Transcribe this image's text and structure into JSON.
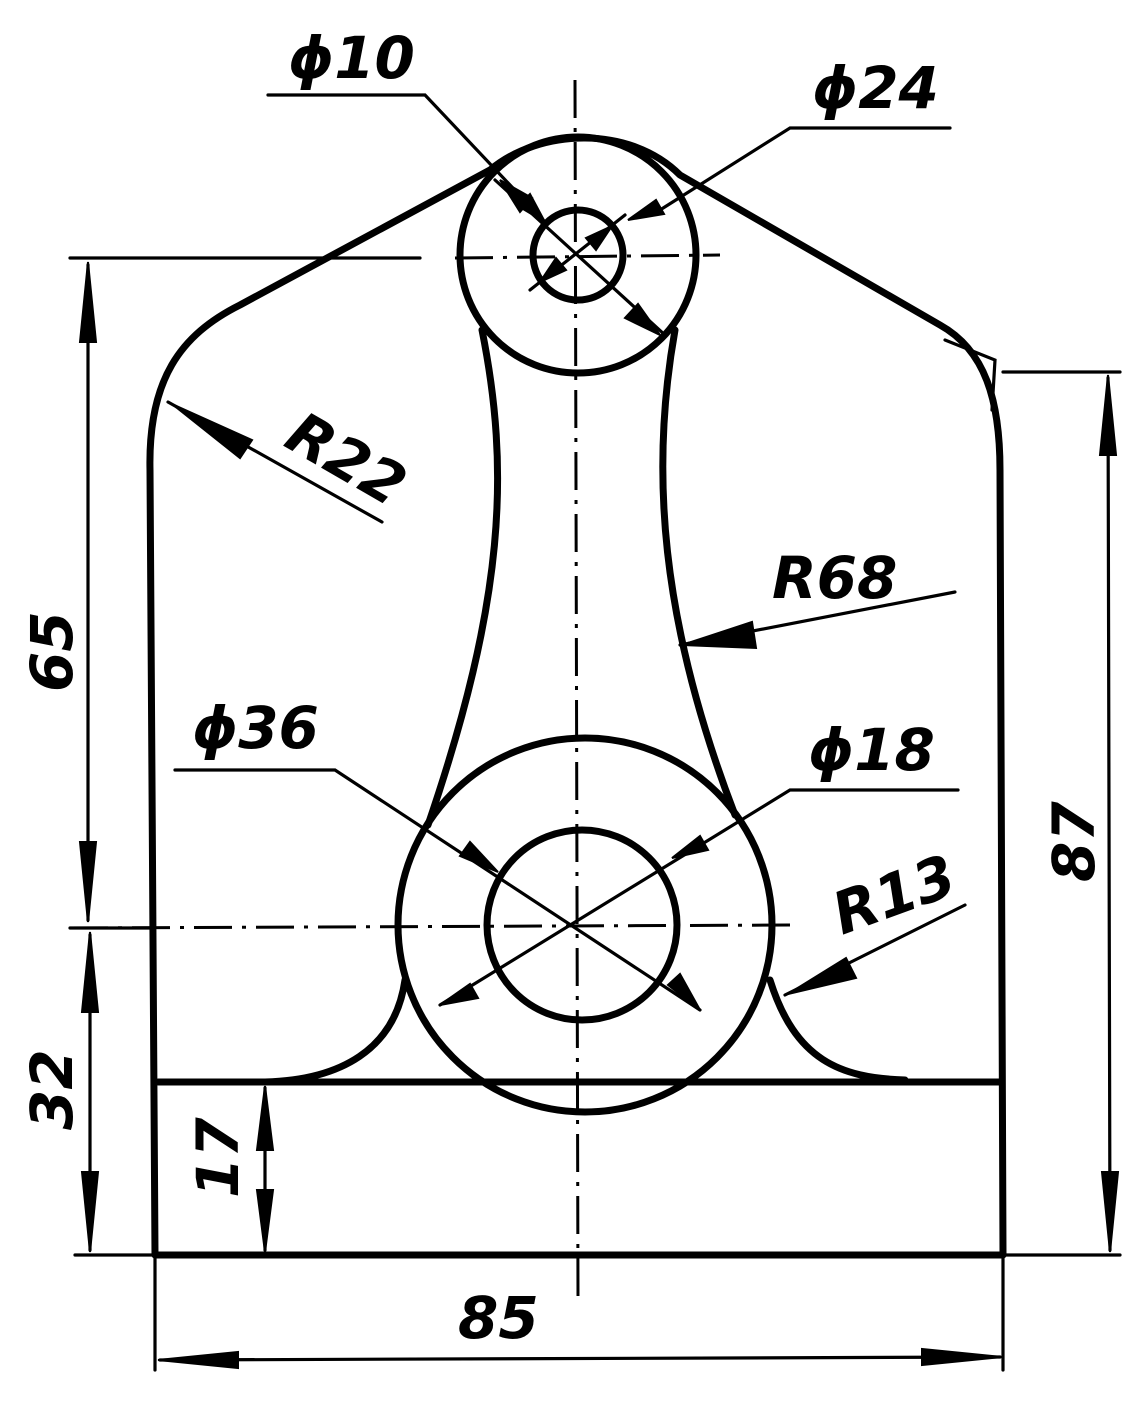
{
  "dimensions": {
    "hole_small_top": "ϕ10",
    "boss_top": "ϕ24",
    "fillet_upper_left": "R22",
    "arm_arc": "R68",
    "boss_bottom": "ϕ36",
    "hole_bottom": "ϕ18",
    "fillet_lower_right": "R13",
    "height_upper": "65",
    "height_lower": "32",
    "foot_height": "17",
    "total_height": "87",
    "total_width": "85"
  }
}
